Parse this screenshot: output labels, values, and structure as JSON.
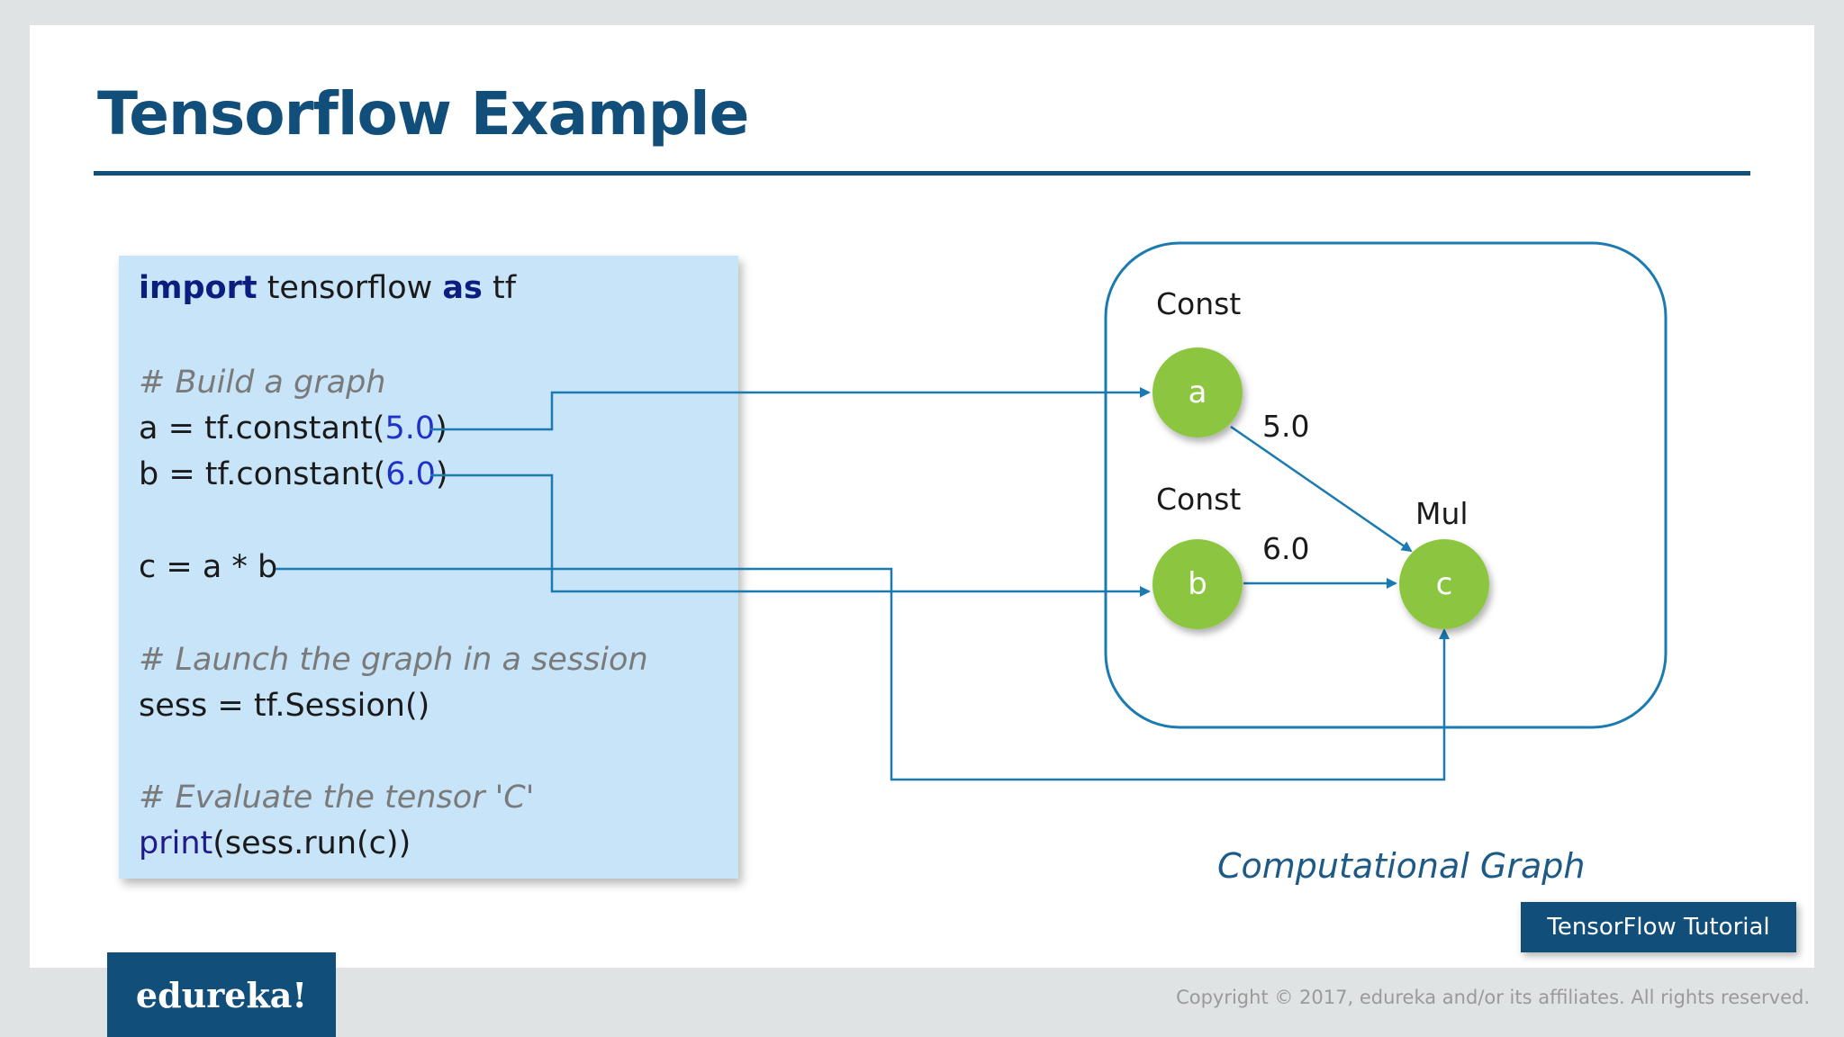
{
  "slide": {
    "title": "Tensorflow Example",
    "tutorial_button": "TensorFlow Tutorial",
    "logo_text": "edureka!",
    "copyright": "Copyright © 2017, edureka and/or its affiliates. All rights reserved."
  },
  "code": {
    "line1": {
      "kw1": "import",
      "mid": " tensorflow ",
      "kw2": "as",
      "tail": " tf"
    },
    "comment1": "# Build a graph",
    "line_a": {
      "pre": "a = tf.constant(",
      "num": "5.0",
      "post": ")"
    },
    "line_b": {
      "pre": "b = tf.constant(",
      "num": "6.0",
      "post": ")"
    },
    "line_c": "c = a * b",
    "comment2": "# Launch the graph in a session",
    "line_sess": "sess = tf.Session()",
    "comment3": "# Evaluate the tensor 'C'",
    "line_print": {
      "fn": "print",
      "rest": "(sess.run(c))"
    }
  },
  "graph": {
    "caption": "Computational Graph",
    "nodes": {
      "a": {
        "label": "a",
        "op": "Const"
      },
      "b": {
        "label": "b",
        "op": "Const"
      },
      "c": {
        "label": "c",
        "op": "Mul"
      }
    },
    "edges": {
      "a_to_c": "5.0",
      "b_to_c": "6.0"
    }
  },
  "colors": {
    "brand": "#114f7a",
    "node_fill": "#8cc63f",
    "line": "#1b7bb0",
    "code_bg": "#c7e4f8"
  }
}
